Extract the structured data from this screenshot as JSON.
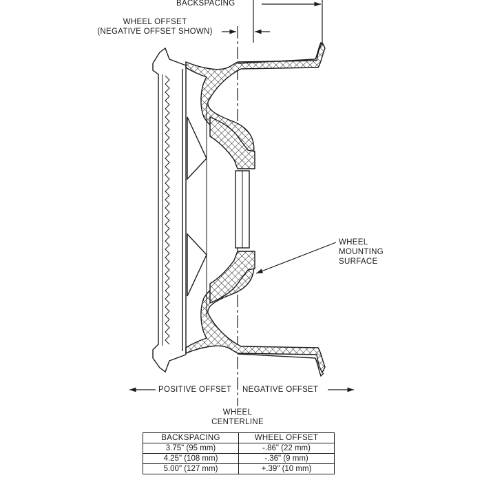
{
  "labels": {
    "backspacing": "BACKSPACING",
    "wheel_offset_line1": "WHEEL OFFSET",
    "wheel_offset_line2": "(NEGATIVE OFFSET SHOWN)",
    "mounting_line1": "WHEEL",
    "mounting_line2": "MOUNTING",
    "mounting_line3": "SURFACE",
    "positive_offset": "POSITIVE OFFSET",
    "negative_offset": "NEGATIVE OFFSET",
    "centerline_line1": "WHEEL",
    "centerline_line2": "CENTERLINE"
  },
  "table": {
    "headers": [
      "BACKSPACING",
      "WHEEL OFFSET"
    ],
    "rows": [
      [
        "3.75\" (95 mm)",
        "-.86\" (22 mm)"
      ],
      [
        "4.25\" (108 mm)",
        "-.36\" (9 mm)"
      ],
      [
        "5.00\" (127 mm)",
        "+.39\" (10 mm)"
      ]
    ]
  },
  "colors": {
    "line": "#1a1a1a",
    "background": "#ffffff"
  }
}
